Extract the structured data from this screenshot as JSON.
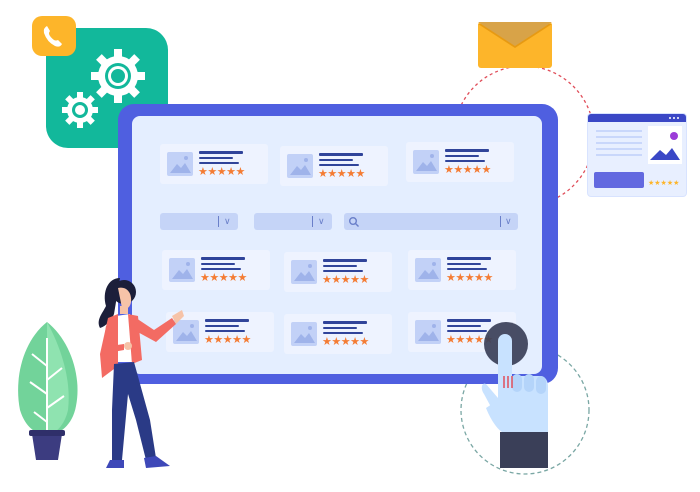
{
  "illustration": {
    "colors": {
      "tablet_frame": "#4f5fe0",
      "screen_bg": "#e4eeff",
      "card_bg": "#eef3ff",
      "star": "#f47c34",
      "gear_tile": "#12b89b",
      "phone_tile": "#fdb52a",
      "envelope": "#fdb52a",
      "dashed_link": "#e04e5a",
      "woman_jacket": "#f36b63",
      "woman_pants": "#2a3a86",
      "plant": "#72d39a",
      "pot": "#3c3c80",
      "hand_sleeve": "#3a3f58"
    },
    "icons": [
      "phone-icon",
      "gear-icon",
      "envelope-icon",
      "image-placeholder-icon",
      "star-icon",
      "search-icon",
      "chevron-down-icon",
      "pointing-hand-icon"
    ],
    "listing_cards": [
      {
        "rating": 5
      },
      {
        "rating": 5
      },
      {
        "rating": 5
      },
      {
        "rating": 5
      },
      {
        "rating": 5
      },
      {
        "rating": 5
      },
      {
        "rating": 5
      },
      {
        "rating": 5
      },
      {
        "rating": 5
      }
    ],
    "filters": [
      "dropdown-1",
      "dropdown-2",
      "search-bar"
    ],
    "window_rating": 5
  }
}
